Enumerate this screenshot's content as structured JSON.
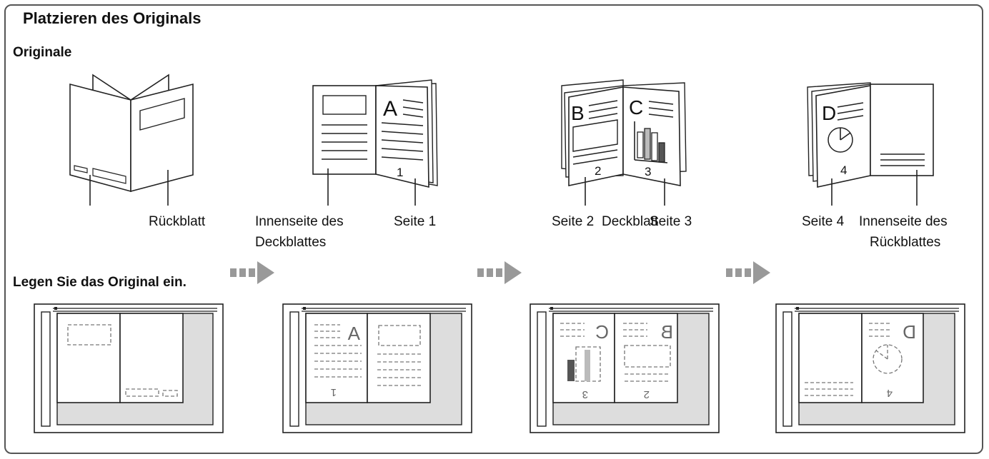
{
  "title": "Platzieren des Originals",
  "originals_heading": "Originale",
  "place_heading": "Legen Sie das Original ein.",
  "labels": {
    "rueckblatt": "Rückblatt",
    "innenseite_deckblatt_1": "Innenseite des",
    "innenseite_deckblatt_2": "Deckblattes",
    "seite1": "Seite 1",
    "seite2": "Seite 2",
    "deckblatt": "Deckblatt",
    "seite3": "Seite 3",
    "seite4": "Seite 4",
    "innenseite_rueckblatt_1": "Innenseite des",
    "innenseite_rueckblatt_2": "Rückblattes"
  },
  "page_letters": {
    "a": "A",
    "b": "B",
    "c": "C",
    "d": "D"
  },
  "page_numbers": {
    "n1": "1",
    "n2": "2",
    "n3": "3",
    "n4": "4"
  }
}
